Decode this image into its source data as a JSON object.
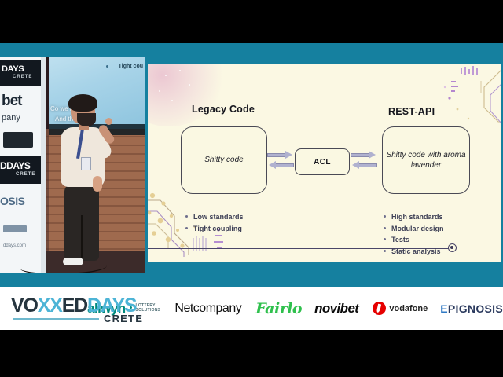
{
  "video": {
    "speaker_scene": {
      "projected_slide_text": "Tight cou",
      "caption_line_1": "Co we had our",
      "caption_line_2": "And then we h",
      "banner_left": {
        "top_logo": "DAYS",
        "top_logo_sub": "CRETE",
        "sponsor_1": "bet",
        "sponsor_2": "pany",
        "mid_logo": "DDAYS",
        "mid_logo_sub": "CRETE",
        "sponsor_3": "OSIS",
        "url": "ddays.com"
      }
    }
  },
  "slide": {
    "left": {
      "header": "Legacy Code",
      "box_text": "Shitty code",
      "bullets": [
        "Low standards",
        "Tight coupling"
      ]
    },
    "middle": {
      "box_label": "ACL"
    },
    "right": {
      "header": "REST-API",
      "box_text": "Shitty code with aroma lavender",
      "bullets": [
        "High standards",
        "Modular design",
        "Tests",
        "Static analysis"
      ]
    }
  },
  "sponsor_bar": {
    "event_logo": {
      "part_1": "VO",
      "part_x": "XX",
      "part_2": "ED",
      "part_3": "DAYS",
      "location": "CRETE"
    },
    "logos": [
      {
        "name": "allwyn",
        "text": "allwyn",
        "sub_line_1": "LOTTERY",
        "sub_line_2": "SOLUTIONS"
      },
      {
        "name": "netcompany",
        "text": "Netcompany"
      },
      {
        "name": "fairlo",
        "text": "Fairlo"
      },
      {
        "name": "novibet",
        "text": "novibet"
      },
      {
        "name": "vodafone",
        "text": "vodafone"
      },
      {
        "name": "epignosis",
        "text_e": "E",
        "text_rest": "PIGNOSIS"
      }
    ]
  },
  "colors": {
    "frame_teal": "#15809f",
    "slide_bg": "#fbf8e3",
    "letterbox": "#000000",
    "accent_blue": "#4db4d6"
  }
}
